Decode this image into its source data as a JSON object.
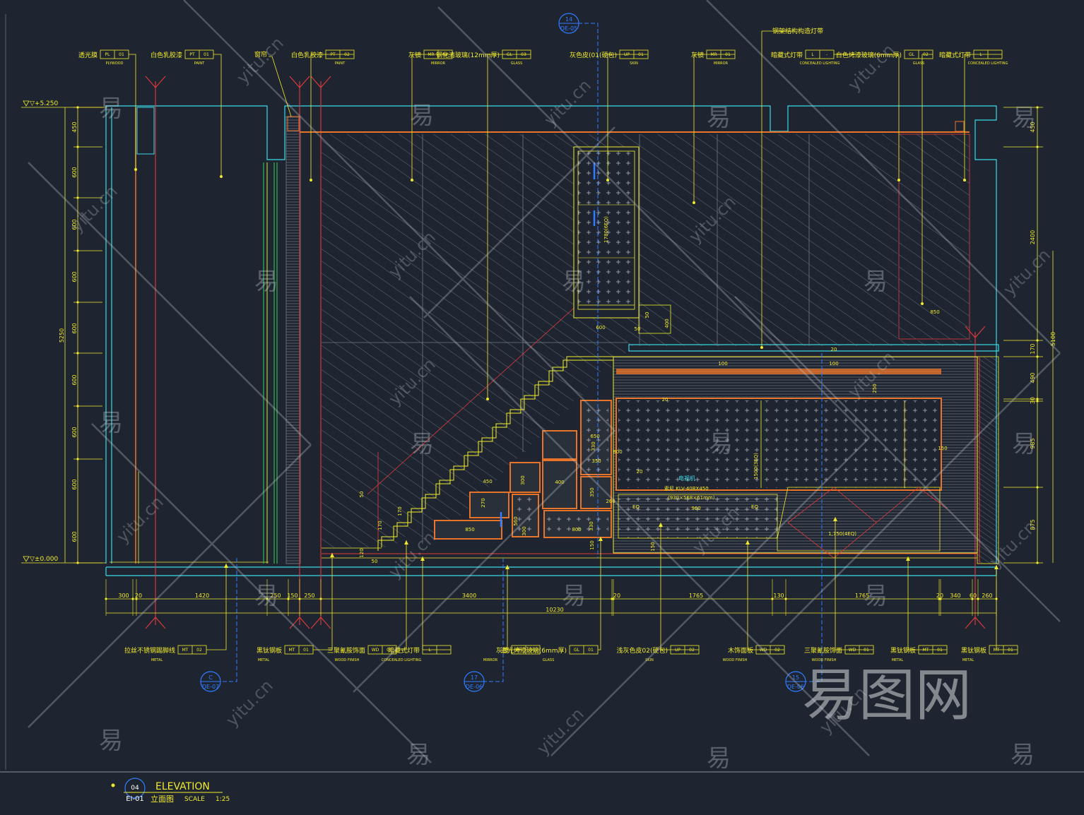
{
  "drawing": {
    "levels": {
      "top": "▽+5.250",
      "ground": "▽±0.000"
    },
    "title": {
      "number": "04",
      "sheet": "EI-01",
      "name_en": "ELEVATION",
      "name_cn": "立面图",
      "scale_label": "SCALE",
      "scale_value": "1:25"
    },
    "top_callouts": [
      {
        "name": "透光膜",
        "code": "PL",
        "num": "01",
        "en": "PLYWOOD"
      },
      {
        "name": "白色乳胶漆",
        "code": "PT",
        "num": "01",
        "en": "PAINT"
      },
      {
        "name": "窗帘",
        "code": "",
        "num": "",
        "en": ""
      },
      {
        "name": "白色乳胶漆",
        "code": "PT",
        "num": "02",
        "en": "PAINT"
      },
      {
        "name": "灰镜",
        "code": "MR",
        "num": "01",
        "en": "MIRROR"
      },
      {
        "name": "钢化清玻璃(12mm厚)",
        "code": "GL",
        "num": "03",
        "en": "GLASS"
      },
      {
        "name": "灰色皮(01(硬包)",
        "code": "UP",
        "num": "01",
        "en": "SKIN"
      },
      {
        "name": "灰镜",
        "code": "MR",
        "num": "01",
        "en": "MIRROR"
      },
      {
        "name": "暗藏式灯带",
        "code": "L",
        "num": "-",
        "en": "CONCEALED LIGHTING"
      },
      {
        "name": "白色烤漆玻璃(6mm厚)",
        "code": "GL",
        "num": "02",
        "en": "GLASS"
      },
      {
        "name": "暗藏式灯带",
        "code": "L",
        "num": "-",
        "en": "CONCEALED LIGHTING"
      }
    ],
    "top_note": "钢架结构构造灯带",
    "bottom_callouts": [
      {
        "name": "拉丝不锈钢踢脚线",
        "code": "MT",
        "num": "02",
        "en": "METAL"
      },
      {
        "name": "黑钛钢板",
        "code": "MT",
        "num": "01",
        "en": "METAL"
      },
      {
        "name": "三聚氰胺饰面",
        "code": "WD",
        "num": "01",
        "en": "WOOD FINISH"
      },
      {
        "name": "暗藏式灯带",
        "code": "L",
        "num": "-",
        "en": "CONCEALED LIGHTING"
      },
      {
        "name": "灰镜",
        "code": "MR",
        "num": "01",
        "en": "MIRROR"
      },
      {
        "name": "透光烤漆玻璃(6mm厚)",
        "code": "GL",
        "num": "01",
        "en": "GLASS"
      },
      {
        "name": "浅灰色皮02(硬包)",
        "code": "UP",
        "num": "02",
        "en": "SKIN"
      },
      {
        "name": "木饰面板",
        "code": "WD",
        "num": "02",
        "en": "WOOD FINISH"
      },
      {
        "name": "三聚氰胺饰面",
        "code": "WD",
        "num": "01",
        "en": "WOOD FINISH"
      },
      {
        "name": "黑钛钢板",
        "code": "MT",
        "num": "01",
        "en": "METAL"
      },
      {
        "name": "黑钛钢板",
        "code": "MT",
        "num": "01",
        "en": "METAL"
      }
    ],
    "section_marks": [
      {
        "num": "14",
        "ref": "DE-05"
      },
      {
        "num": "C",
        "ref": "DE-07"
      },
      {
        "num": "17",
        "ref": "DE-06"
      },
      {
        "num": "15",
        "ref": "DE-06"
      }
    ],
    "left_dims": [
      "450",
      "600",
      "600",
      "600",
      "600",
      "600",
      "600",
      "600"
    ],
    "left_total": "5250",
    "right_dims": [
      "450",
      "2400",
      "170",
      "490",
      "30",
      "985",
      "875"
    ],
    "right_total": "5100",
    "bottom_dims": [
      "300",
      "20",
      "1420",
      "250",
      "150",
      "250",
      "3400",
      "20",
      "1765",
      "130",
      "1765",
      "20",
      "340",
      "60",
      "260"
    ],
    "bottom_total": "10230",
    "inner_dims": [
      "1780(6EQ)",
      "600",
      "400",
      "50",
      "50",
      "850",
      "100",
      "100",
      "250",
      "1500(3EQ)",
      "960",
      "1,750(4EQ)",
      "EQ",
      "EQ",
      "450",
      "270",
      "850",
      "300",
      "300",
      "170",
      "170",
      "120",
      "50",
      "330",
      "400",
      "560",
      "350",
      "350",
      "330",
      "260",
      "650",
      "800",
      "800",
      "150",
      "150",
      "20",
      "150",
      "20",
      "20",
      "50"
    ],
    "tv_label": "索尼 KLV-40BX450",
    "tv_size": "(930×568×61mm)",
    "tv_tag": "电视机"
  },
  "watermarks": {
    "brand_large": "易图网",
    "brand_char": "易",
    "brand_url": "yitu.cn"
  },
  "colors": {
    "background": "#1f2530",
    "annotation": "#f2ea2c",
    "outline": "#39d9e8",
    "axis": "#e23a3a",
    "furniture": "#e8742a",
    "section": "#2f7cff"
  }
}
